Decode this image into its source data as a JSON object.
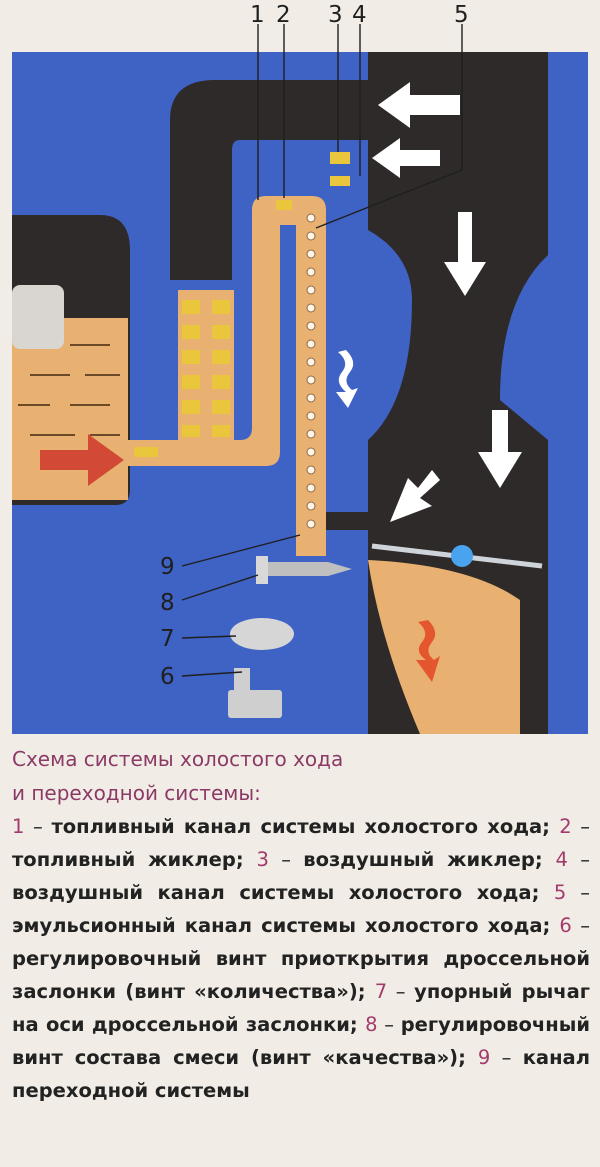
{
  "diagram": {
    "callout_numbers_top": [
      "1",
      "2",
      "3",
      "4",
      "5"
    ],
    "callout_numbers_left": [
      "9",
      "8",
      "7",
      "6"
    ],
    "colors": {
      "background_blue": "#3f63c5",
      "body_dark": "#2e2a29",
      "fuel_orange": "#e8b172",
      "jet_yellow": "#e9c63c",
      "inflow_arrow_red": "#d24a35",
      "air_arrow_white": "#ffffff",
      "mixture_arrow_orange": "#e4572e",
      "throttle_axis_blue": "#4aa3ee"
    },
    "icons": [
      "air-inflow-arrow",
      "fuel-inflow-arrow",
      "air-flow-down-arrow",
      "emulsion-flow-arrow",
      "mixture-flow-arrow"
    ]
  },
  "caption": {
    "title_line1": "Схема системы холостого хода",
    "title_line2": "и переходной системы:",
    "separator": " – ",
    "items": [
      {
        "num": "1",
        "text": "топливный канал системы холостого хода;"
      },
      {
        "num": "2",
        "text": "топливный жиклер;"
      },
      {
        "num": "3",
        "text": "воздушный жиклер;"
      },
      {
        "num": "4",
        "text": "воздушный канал системы холостого хода;"
      },
      {
        "num": "5",
        "text": "эмульсионный канал системы холостого хода;"
      },
      {
        "num": "6",
        "text": "регулировочный винт приоткрытия дроссельной заслонки (винт «количества»);"
      },
      {
        "num": "7",
        "text": "упорный рычаг на оси дроссельной заслонки;"
      },
      {
        "num": "8",
        "text": "регулировочный винт состава смеси (винт «качества»);"
      },
      {
        "num": "9",
        "text": "канал переходной системы"
      }
    ]
  }
}
